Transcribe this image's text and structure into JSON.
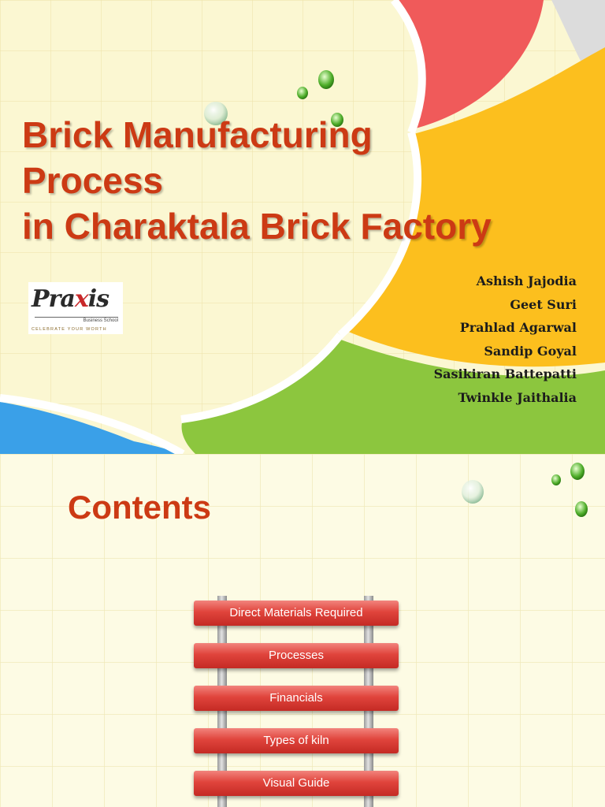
{
  "slide1": {
    "title_lines": [
      "Brick Manufacturing",
      "Process",
      "in Charaktala Brick Factory"
    ],
    "authors": [
      "Ashish Jajodia",
      "Geet Suri",
      "Prahlad Agarwal",
      "Sandip Goyal",
      "Sasikiran Battepatti",
      "Twinkle Jaithalia"
    ],
    "logo": {
      "word_start": "Pra",
      "word_x": "x",
      "word_end": "is",
      "school": "Business School",
      "tagline": "CELEBRATE YOUR WORTH"
    }
  },
  "slide2": {
    "heading": "Contents",
    "items": [
      "Direct Materials Required",
      "Processes",
      "Financials",
      "Types of kiln",
      "Visual Guide"
    ]
  },
  "colors": {
    "title": "#cc3a14",
    "red_petal": "#f05a5a",
    "yellow_petal": "#fcbf1e",
    "green_petal": "#8cc63e",
    "blue_petal": "#3aa0e8",
    "button": "#e0443c"
  }
}
